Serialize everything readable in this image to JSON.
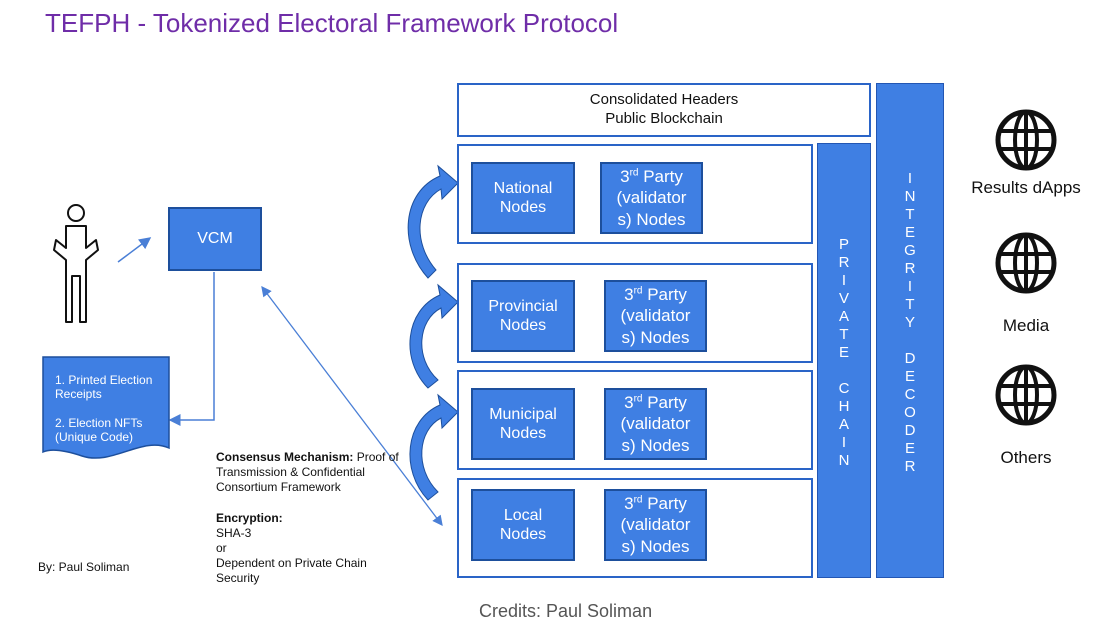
{
  "title": "TEFPH - Tokenized Electoral Framework Protocol",
  "header": {
    "line1": "Consolidated Headers",
    "line2": "Public Blockchain"
  },
  "vcm": "VCM",
  "receipts": {
    "item1": "1. Printed Election Receipts",
    "item2": "2. Election NFTs (Unique Code)"
  },
  "consensus": {
    "label": "Consensus Mechanism:",
    "text": " Proof of Transmission & Confidential Consortium Framework"
  },
  "encryption": {
    "label": "Encryption:",
    "line1": "SHA-3",
    "line2": "or",
    "line3": "Dependent on Private Chain Security"
  },
  "author": "By: Paul Soliman",
  "levels": [
    {
      "name": "National Nodes"
    },
    {
      "name": "Provincial Nodes"
    },
    {
      "name": "Municipal Nodes"
    },
    {
      "name": "Local Nodes"
    }
  ],
  "third_party": {
    "prefix": "3",
    "sup": "rd",
    "line1": " Party",
    "line2": "(validator",
    "line3": "s) Nodes"
  },
  "private_chain_letters": [
    "P",
    "R",
    "I",
    "V",
    "A",
    "T",
    "E",
    "",
    "C",
    "H",
    "A",
    "I",
    "N"
  ],
  "integrity_decoder_letters": [
    "I",
    "N",
    "T",
    "E",
    "G",
    "R",
    "I",
    "T",
    "Y",
    "",
    "D",
    "E",
    "C",
    "O",
    "D",
    "E",
    "R"
  ],
  "globes": [
    {
      "label": "Results dApps",
      "icon": "globe-icon"
    },
    {
      "label": "Media",
      "icon": "globe-icon"
    },
    {
      "label": "Others",
      "icon": "globe-icon"
    }
  ],
  "credits": "Credits: Paul Soliman",
  "colors": {
    "accent": "#3f7fe3",
    "title": "#6f2da8",
    "border": "#2a64c7"
  }
}
